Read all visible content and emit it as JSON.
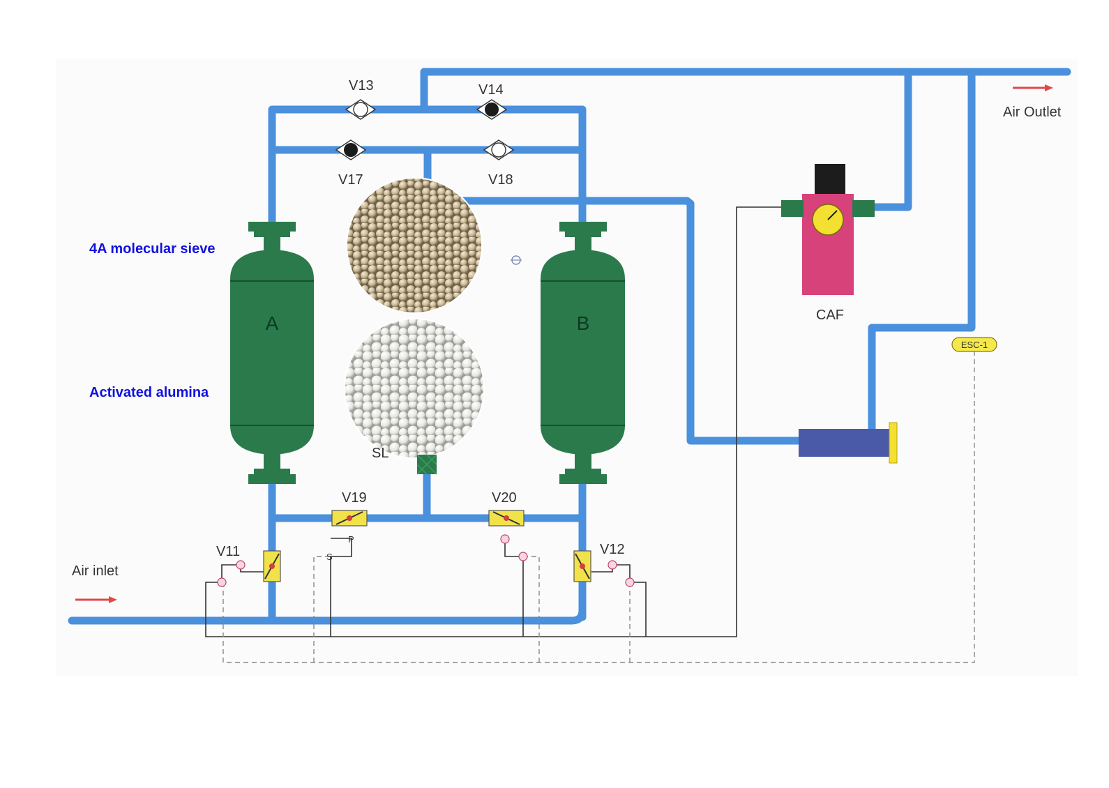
{
  "labels": {
    "v13": "V13",
    "v14": "V14",
    "v17": "V17",
    "v18": "V18",
    "v19": "V19",
    "v20": "V20",
    "v11": "V11",
    "v12": "V12",
    "air_outlet": "Air Outlet",
    "air_inlet": "Air inlet",
    "caf": "CAF",
    "esc": "ESC-1",
    "sl": "SL",
    "vessel_a": "A",
    "vessel_b": "B",
    "media_top": "4A molecular sieve",
    "media_bottom": "Activated alumina",
    "pilot_p": "P",
    "pilot_s": "S"
  },
  "colors": {
    "pipe": "#4a90dc",
    "vessel": "#2b7a4b",
    "valve_yellow": "#f2e24a",
    "filter_body": "#d8427a",
    "gauge": "#f4e030",
    "muffler": "#4a5aa8",
    "arrow": "#e04848",
    "media_text": "#1010e0"
  }
}
